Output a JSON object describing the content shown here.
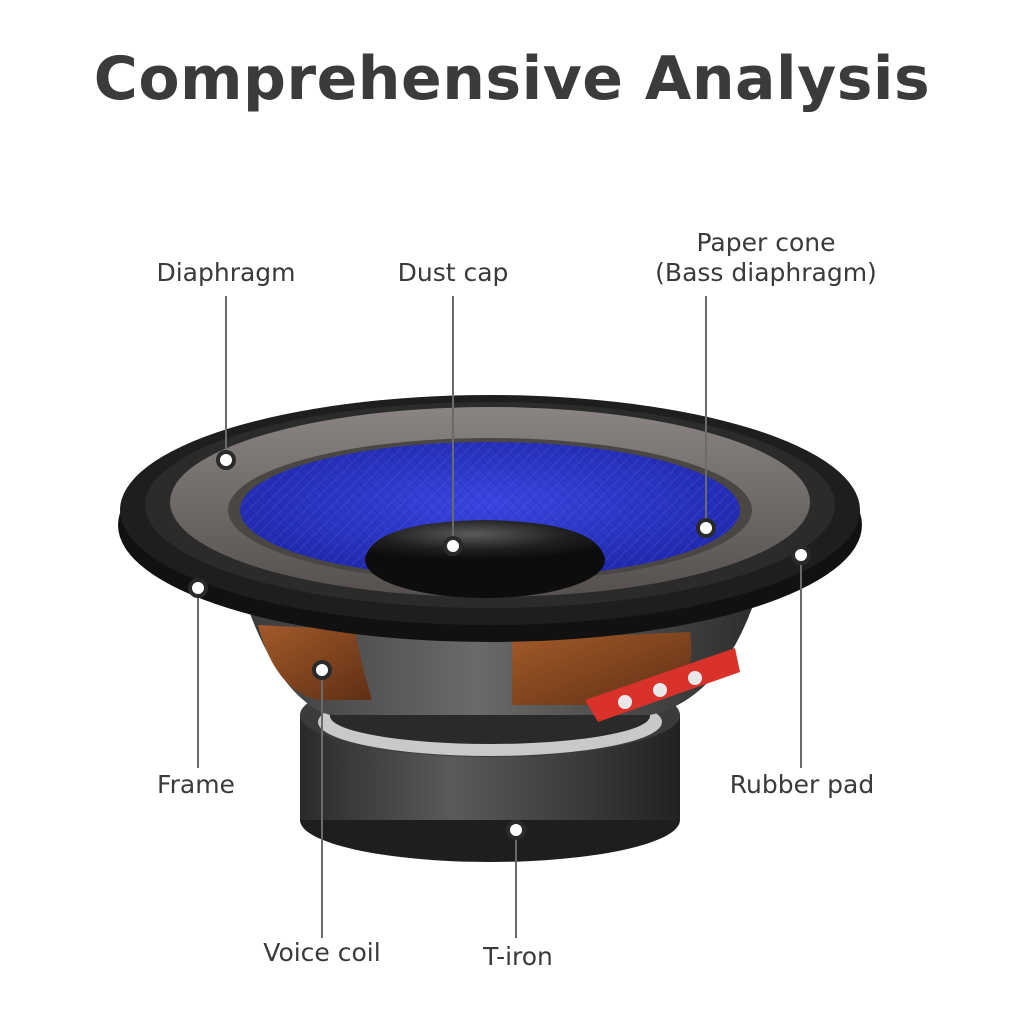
{
  "title": "Comprehensive Analysis",
  "labels": {
    "diaphragm": "Diaphragm",
    "dust_cap": "Dust cap",
    "paper_cone_line1": "Paper cone",
    "paper_cone_line2": "(Bass diaphragm)",
    "frame": "Frame",
    "rubber_pad": "Rubber pad",
    "voice_coil": "Voice coil",
    "t_iron": "T-iron"
  },
  "colors": {
    "cone_blue": "#2a33c9",
    "surround_grey": "#6e6967",
    "frame_black": "#1b1b1b",
    "coil_copper": "#8a4a22",
    "terminal_red": "#d8322a"
  }
}
